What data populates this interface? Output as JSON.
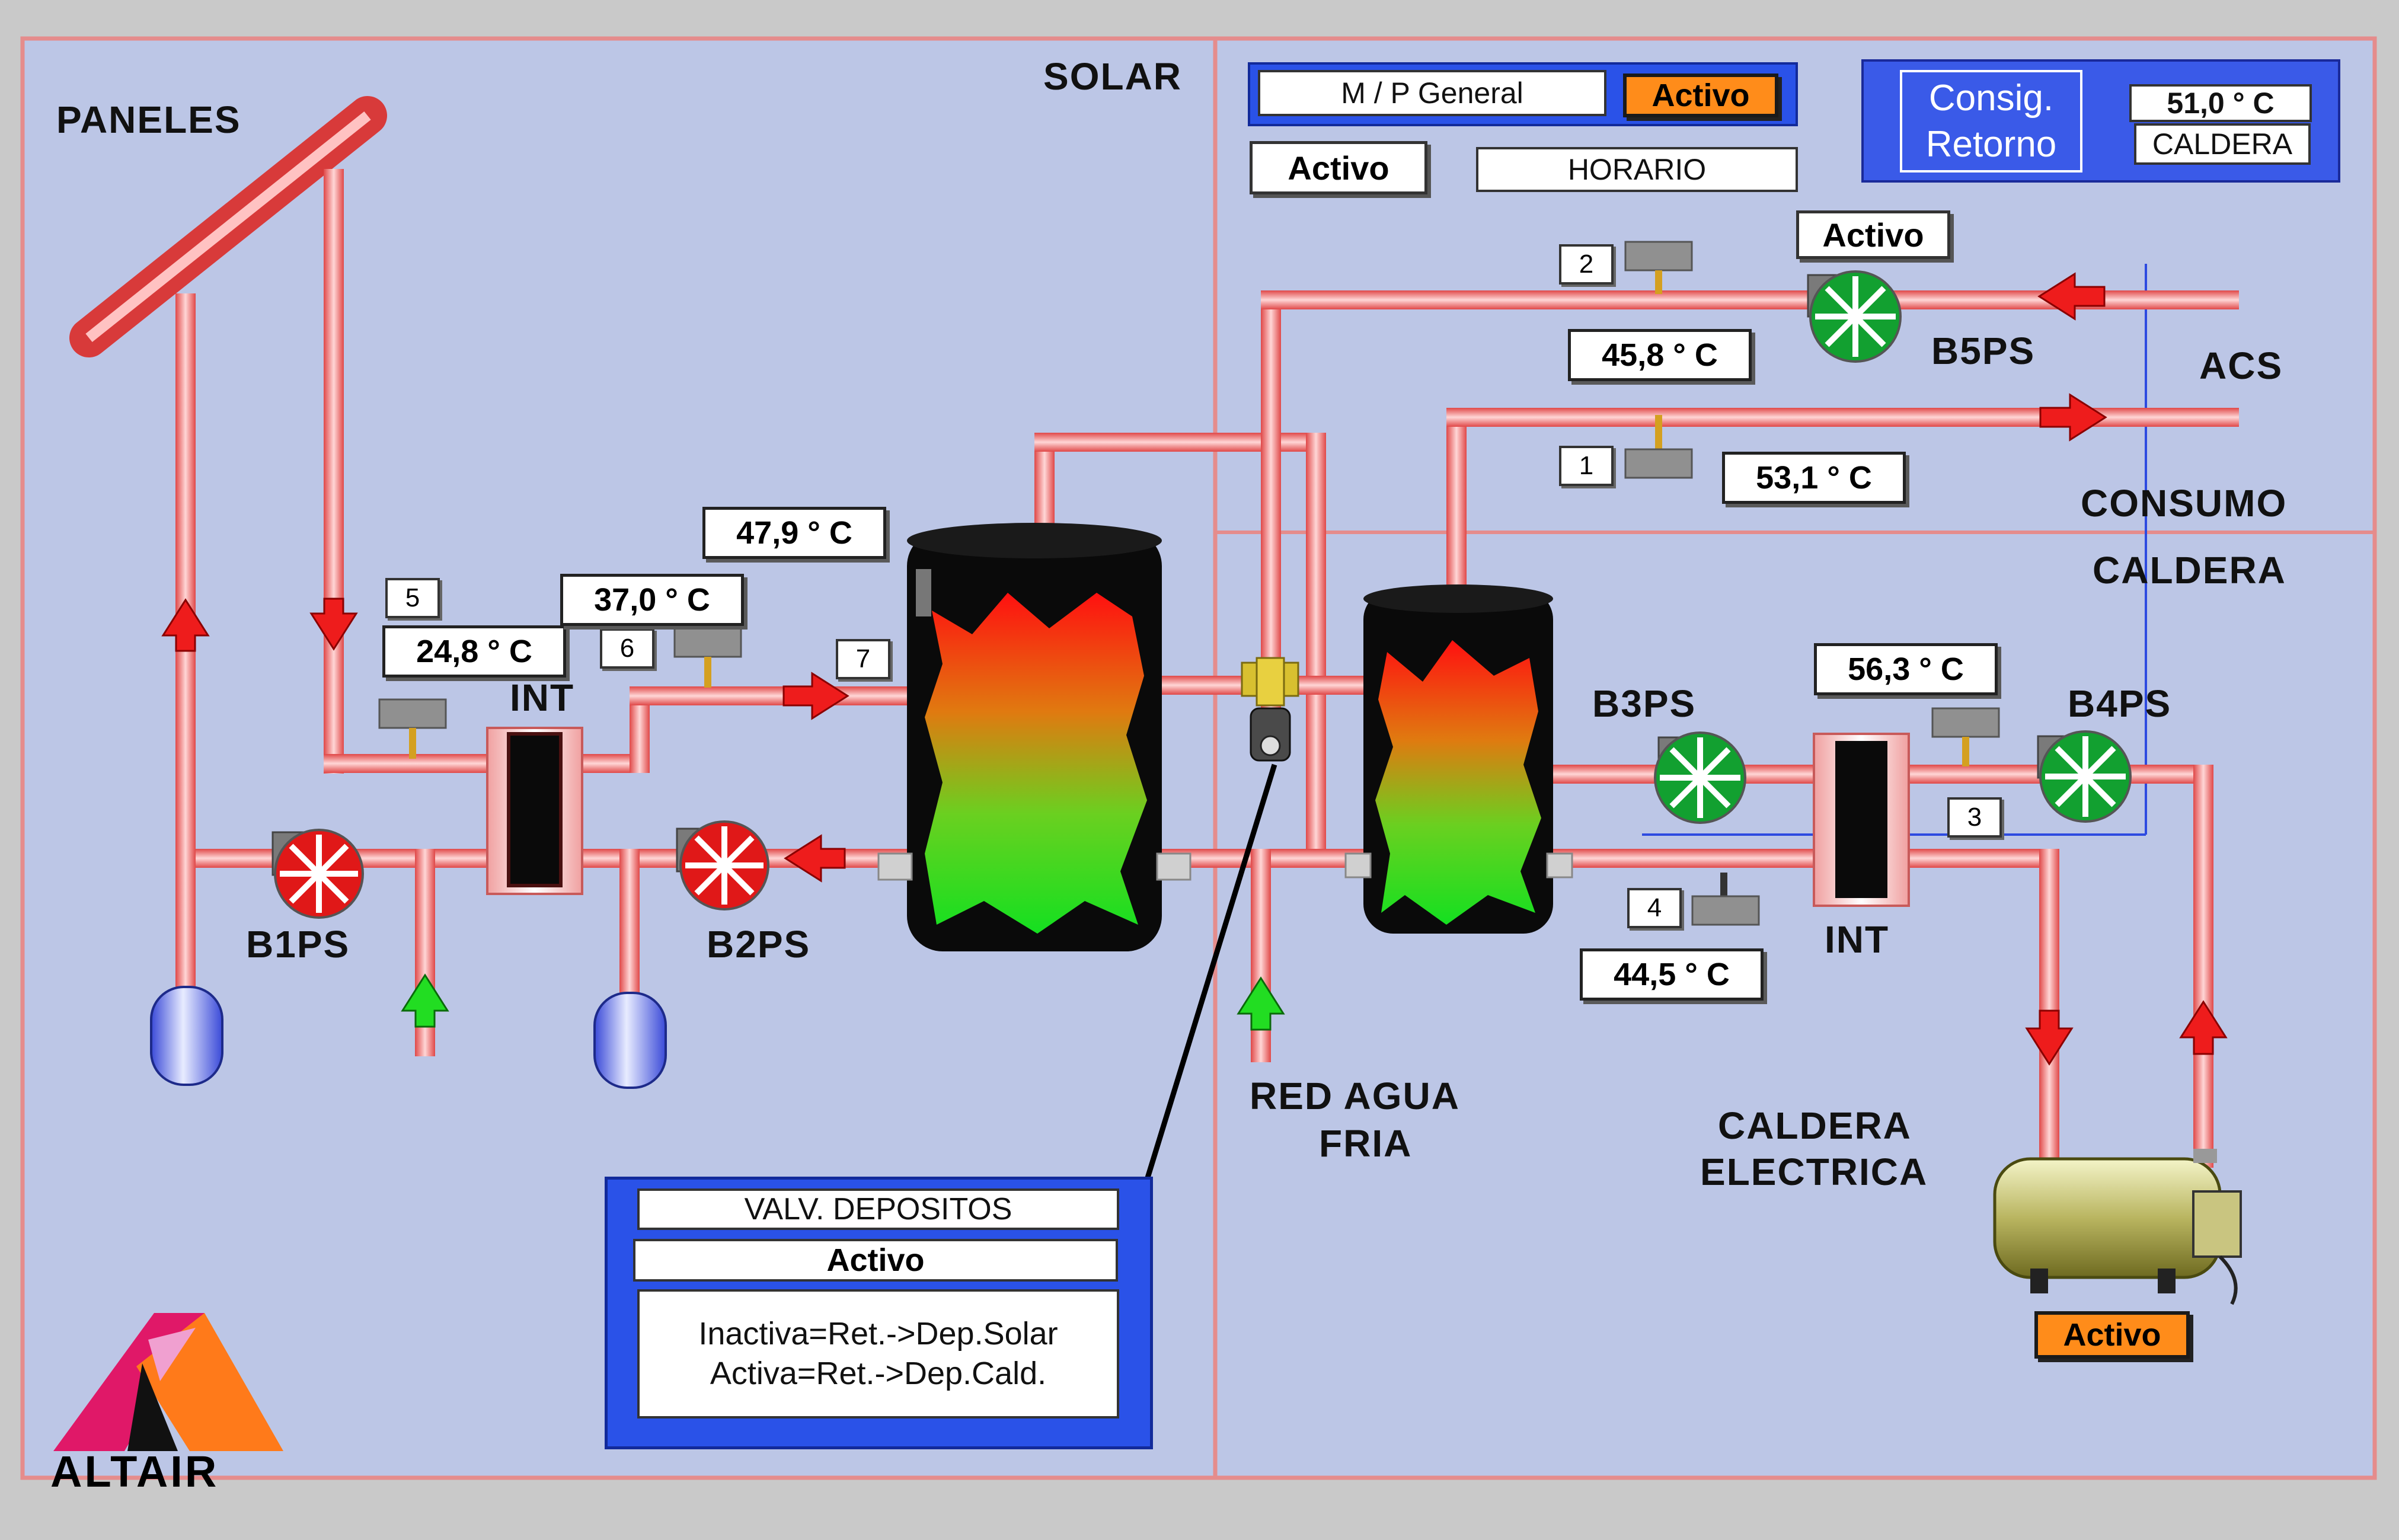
{
  "sections": {
    "solar": "SOLAR",
    "paneles": "PANELES",
    "acs": "ACS",
    "consumo": "CONSUMO",
    "caldera": "CALDERA",
    "red_agua_fria_1": "RED AGUA",
    "red_agua_fria_2": "FRIA",
    "caldera_electrica_1": "CALDERA",
    "caldera_electrica_2": "ELECTRICA"
  },
  "pumps": {
    "b1": "B1PS",
    "b2": "B2PS",
    "b3": "B3PS",
    "b4": "B4PS",
    "b5": "B5PS"
  },
  "exchangers": {
    "solar": "INT",
    "caldera": "INT"
  },
  "sensors": {
    "s1": {
      "id": "1",
      "temp": "53,1 ° C"
    },
    "s2": {
      "id": "2",
      "temp": "45,8 ° C"
    },
    "s3": {
      "id": "3",
      "temp": "56,3 ° C"
    },
    "s4": {
      "id": "4",
      "temp": "44,5 ° C"
    },
    "s5": {
      "id": "5",
      "temp": "24,8 ° C"
    },
    "s6": {
      "id": "6",
      "temp": "37,0 ° C"
    },
    "s7": {
      "id": "7",
      "temp": "47,9 ° C"
    }
  },
  "general": {
    "label": "M / P General",
    "status": "Activo",
    "mode_status": "Activo",
    "schedule": "HORARIO"
  },
  "consigna": {
    "label_1": "Consig.",
    "label_2": "Retorno",
    "value": "51,0 ° C",
    "target": "CALDERA"
  },
  "b5_status": "Activo",
  "caldera_status": "Activo",
  "valve": {
    "title": "VALV. DEPOSITOS",
    "status": "Activo",
    "info_1": "Inactiva=Ret.->Dep.Solar",
    "info_2": "Activa=Ret.->Dep.Cald."
  },
  "logo": "ALTAIR",
  "colors": {
    "pipe": "#f07070",
    "panel_bg": "#bcc6e6",
    "accent_orange": "#ff8c1a",
    "blue_panel": "#3a5ae0"
  }
}
